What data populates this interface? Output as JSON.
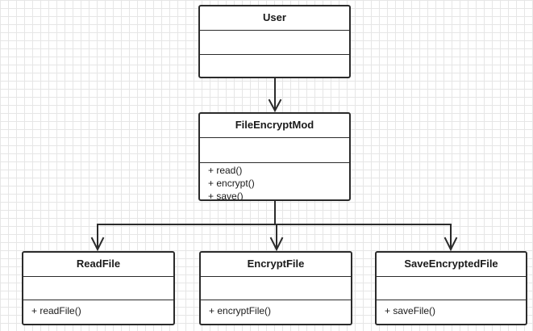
{
  "diagram": {
    "classes": [
      {
        "key": "user",
        "name": "User",
        "methods": []
      },
      {
        "key": "fileencryptmod",
        "name": "FileEncryptMod",
        "methods": [
          "+ read()",
          "+ encrypt()",
          "+ save()"
        ]
      },
      {
        "key": "readfile",
        "name": "ReadFile",
        "methods": [
          "+ readFile()"
        ]
      },
      {
        "key": "encryptfile",
        "name": "EncryptFile",
        "methods": [
          "+ encryptFile()"
        ]
      },
      {
        "key": "saveencryptedfile",
        "name": "SaveEncryptedFile",
        "methods": [
          "+ saveFile()"
        ]
      }
    ],
    "relations": [
      {
        "from": "user",
        "to": "fileencryptmod",
        "kind": "dependency-arrow"
      },
      {
        "from": "fileencryptmod",
        "to": "readfile",
        "kind": "dependency-arrow"
      },
      {
        "from": "fileencryptmod",
        "to": "encryptfile",
        "kind": "dependency-arrow"
      },
      {
        "from": "fileencryptmod",
        "to": "saveencryptedfile",
        "kind": "dependency-arrow"
      }
    ],
    "colors": {
      "line": "#2b2b2b",
      "grid": "#e6e6e6",
      "box_fill": "#ffffff"
    }
  }
}
